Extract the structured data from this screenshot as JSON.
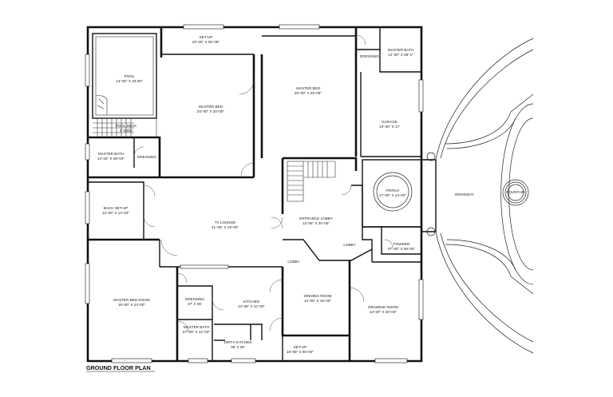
{
  "title": "GROUND FLOOR PLAN",
  "rooms": {
    "setup_top": {
      "name": "SET-UP",
      "dim": "20'-00\" X 05'-09\""
    },
    "master_bath_tr": {
      "name": "MASTER BATH",
      "dim": "12'-00\" X 08'-1\""
    },
    "dressing_tr": {
      "name": "DRESSING",
      "dim": ""
    },
    "pool": {
      "name": "POOL",
      "dim": "14'-00\" X 23-00\""
    },
    "pool_deck": {
      "name": "POOL DECK",
      "dim": "3' WIDE"
    },
    "master_bed_1": {
      "name": "MASTER BED",
      "dim": "20'-00\" X 20'-00\""
    },
    "master_bed_2": {
      "name": "MASTER BED",
      "dim": "20'-00\" X 26'-06\""
    },
    "garage": {
      "name": "GARAGE",
      "dim": "13'-00\" X 17'"
    },
    "master_bath_l": {
      "name": "MASTER BATH",
      "dim": "14'-02\" X 08'-00\""
    },
    "dressing_l": {
      "name": "DRESSING",
      "dim": ""
    },
    "porch": {
      "name": "PORCH",
      "dim": "17'-00\" X 14'-00\""
    },
    "driveway": {
      "name": "DRIVEWAY",
      "dim": ""
    },
    "fountain": {
      "name": "FOUNTAIN",
      "dim": ""
    },
    "back_setup": {
      "name": "BACK SET-UP",
      "dim": "12'-00\" X 12'-03\""
    },
    "tv_lounge": {
      "name": "TV LOUNGE",
      "dim": "21'-06\" X 19'-06\""
    },
    "entrance_lobby": {
      "name": "ENTRANCE LOBBY",
      "dim": "13'-06\" X 20'-06\""
    },
    "powder": {
      "name": "POWDER",
      "dim": "07'-00\" X 06'-00\""
    },
    "lobby1": {
      "name": "LOBBY",
      "dim": ""
    },
    "lobby2": {
      "name": "LOBBY",
      "dim": ""
    },
    "master_bed_room": {
      "name": "MASTER BED ROOM",
      "dim": "18'-00\" X 24'-00\""
    },
    "dressing_b": {
      "name": "DRESSING",
      "dim": "07' X 06'"
    },
    "kitchen": {
      "name": "KITCHEN",
      "dim": "14'-06\" X 10'-00\""
    },
    "dinning_room": {
      "name": "DINNING ROOM",
      "dim": "12'-00\" X 15'-00\""
    },
    "drawing_room": {
      "name": "DRAWING ROOM",
      "dim": "14'-00\" X 20'-00\""
    },
    "master_bath_b": {
      "name": "MASTER BATH",
      "dim": "07'-00\" X 12'-04\""
    },
    "dirty_kitchen": {
      "name": "DIRTY KITCHEN",
      "dim": "08' X 06'"
    },
    "setup_bottom": {
      "name": "SET-UP",
      "dim": "18'-06\" X 05'-00\""
    }
  }
}
